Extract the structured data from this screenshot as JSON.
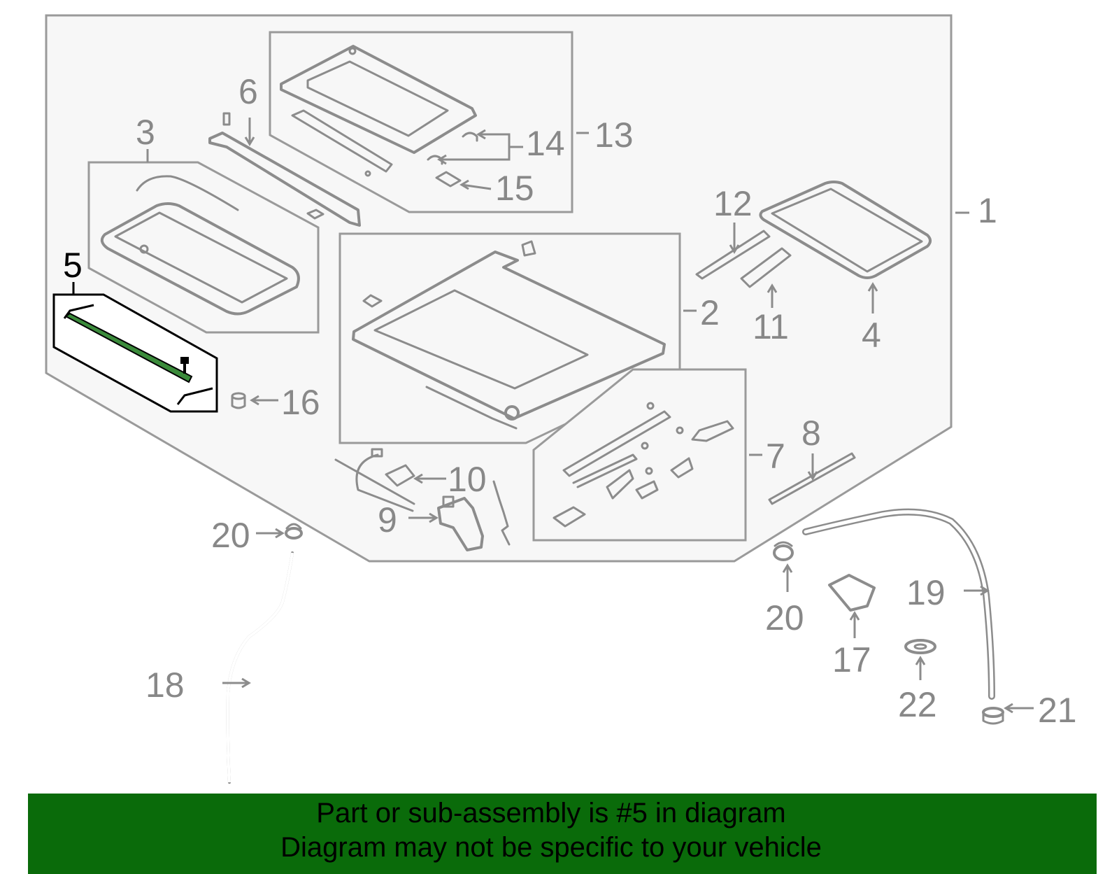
{
  "diagram": {
    "highlight_color": "#0a6b0a",
    "line_color": "#8c8c8c",
    "highlighted_part": "5",
    "callouts": {
      "c1": "1",
      "c2": "2",
      "c3": "3",
      "c4": "4",
      "c5": "5",
      "c6": "6",
      "c7": "7",
      "c8": "8",
      "c9": "9",
      "c10": "10",
      "c11": "11",
      "c12": "12",
      "c13": "13",
      "c14": "14",
      "c15": "15",
      "c16": "16",
      "c17": "17",
      "c18": "18",
      "c19": "19",
      "c20a": "20",
      "c20b": "20",
      "c21": "21",
      "c22": "22"
    }
  },
  "banner": {
    "line1": "Part or sub-assembly is #5 in diagram",
    "line2": "Diagram may not be specific to your vehicle"
  }
}
